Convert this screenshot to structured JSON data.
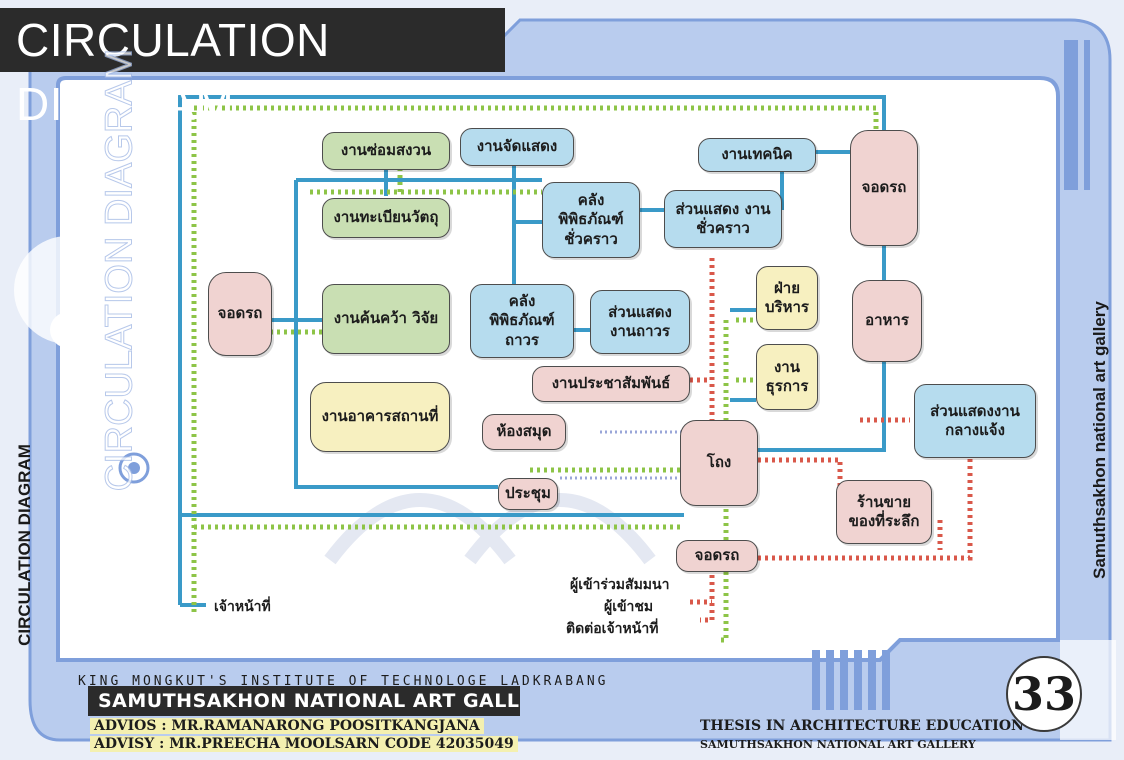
{
  "title": "CIRCULATION DIAGRAM",
  "side_label_left": "CIRCULATION DIAGRAM",
  "side_label_ghost": "CIRCULATION DIAGRAM",
  "side_label_right": "Samuthsakhon national art gallery",
  "nodes": {
    "repair": "งานซ่อมสงวน",
    "register": "งานทะเบียนวัตถุ",
    "exhibit_work": "งานจัดแสดง",
    "temp_storage": "คลัง พิพิธภัณฑ์ ชั่วคราว",
    "temp_exhibit": "ส่วนแสดง งานชั่วคราว",
    "technical": "งานเทคนิค",
    "parking_top": "จอดรถ",
    "parking_left": "จอดรถ",
    "research": "งานค้นคว้า วิจัย",
    "perm_storage": "คลัง พิพิธภัณฑ์ ถาวร",
    "perm_exhibit": "ส่วนแสดง งานถาวร",
    "admin": "ฝ่าย บริหาร",
    "food": "อาหาร",
    "business": "งาน ธุรการ",
    "pr": "งานประชาสัมพันธ์",
    "building": "งานอาคารสถานที่",
    "library": "ห้องสมุด",
    "hall": "โถง",
    "outdoor_exhibit": "ส่วนแสดงงาน กลางแจ้ง",
    "meeting": "ประชุม",
    "souvenir": "ร้านขาย ของที่ระลึก",
    "parking_bottom": "จอดรถ"
  },
  "labels": {
    "staff": "เจ้าหน้าที่",
    "seminar": "ผู้เข้าร่วมสัมมนา",
    "visitor": "ผู้เข้าชม",
    "contact_staff": "ติดต่อเจ้าหน้าที่"
  },
  "footer": {
    "institute": "KING MONGKUT'S INSTITUTE OF TECHNOLOGE LADKRABANG",
    "gallery": "SAMUTHSAKHON NATIONAL ART GALLERY",
    "advisor1": "ADVIOS : MR.RAMANARONG POOSITKANGJANA",
    "advisor2": "ADVISY : MR.PREECHA MOOLSARN CODE 42035049",
    "thesis1": "THESIS IN ARCHITECTURE EDUCATION",
    "thesis2": "SAMUTHSAKHON NATIONAL ART GALLERY",
    "page_number": "33"
  },
  "colors": {
    "staff_path": "#3a9ac8",
    "visitor_path": "#d9584a",
    "service_path": "#8dc447",
    "frame": "#9ab6e8",
    "green_box": "#c9dfb3",
    "blue_box": "#b6dcee",
    "pink_box": "#f0d3d1",
    "yellow_box": "#f7f0c0"
  }
}
